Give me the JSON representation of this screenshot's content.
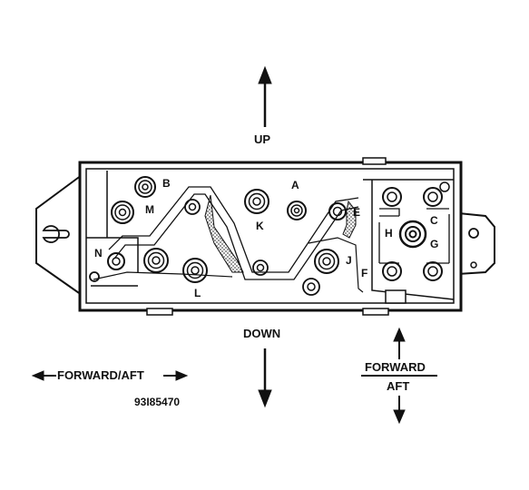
{
  "directions": {
    "up": "UP",
    "down": "DOWN",
    "forward_aft_horizontal": "FORWARD/AFT",
    "forward": "FORWARD",
    "aft": "AFT"
  },
  "part_number": "93I85470",
  "terminals": {
    "a": "A",
    "b": "B",
    "c": "C",
    "e": "E",
    "f": "F",
    "g": "G",
    "h": "H",
    "j": "J",
    "k": "K",
    "l": "L",
    "m": "M",
    "n": "N"
  },
  "colors": {
    "ink": "#111111",
    "shading": "#8a8a8a",
    "background": "#ffffff"
  }
}
